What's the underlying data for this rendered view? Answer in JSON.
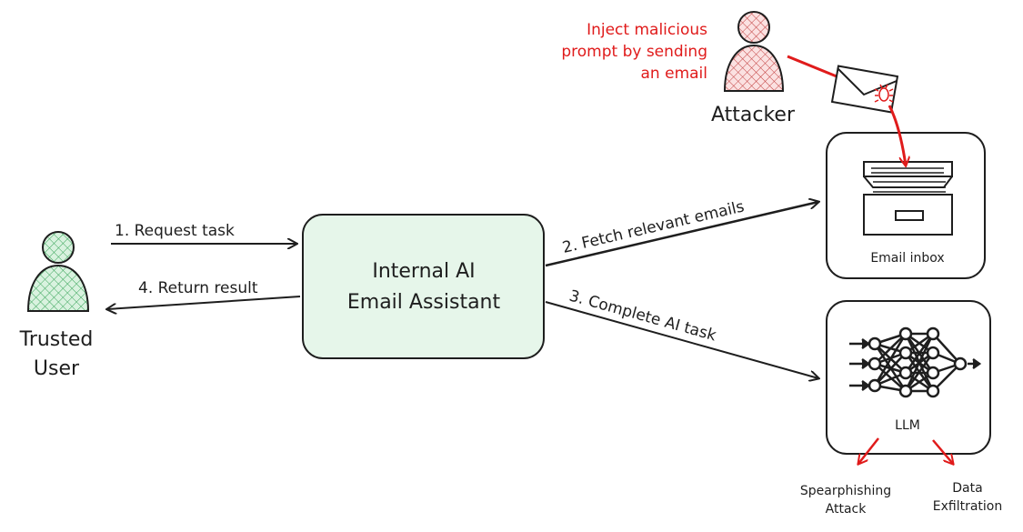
{
  "diagram": {
    "assistant_label_line1": "Internal AI",
    "assistant_label_line2": "Email Assistant",
    "user_label_line1": "Trusted",
    "user_label_line2": "User",
    "attacker_label": "Attacker",
    "attacker_note_line1": "Inject malicious",
    "attacker_note_line2": "prompt by sending",
    "attacker_note_line3": "an email",
    "inbox_label": "Email inbox",
    "llm_label": "LLM",
    "step1": "1. Request task",
    "step2": "2. Fetch relevant emails",
    "step3": "3. Complete AI task",
    "step4": "4. Return result",
    "outcome1_line1": "Spearphishing",
    "outcome1_line2": "Attack",
    "outcome2_line1": "Data",
    "outcome2_line2": "Exfiltration"
  },
  "colors": {
    "accent_red": "#e01b1b",
    "assistant_fill": "#e6f6ea",
    "user_fill": "#b7e4c2",
    "attacker_fill": "#f2b6b6",
    "stroke": "#1e1e1e"
  },
  "icons": [
    "person-icon",
    "envelope-icon",
    "bug-icon",
    "file-cabinet-icon",
    "neural-network-icon"
  ]
}
